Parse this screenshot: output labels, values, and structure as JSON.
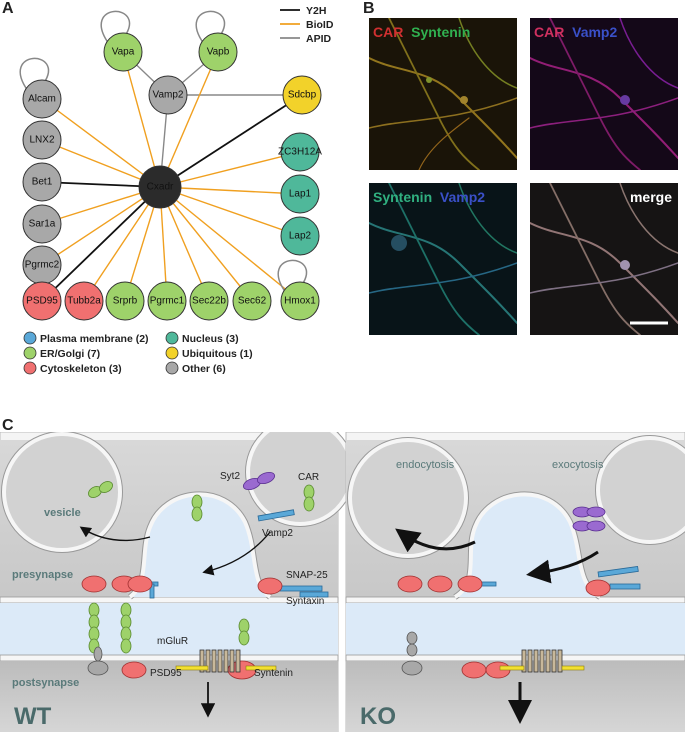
{
  "panels": {
    "a": "A",
    "b": "B",
    "c": "C"
  },
  "network": {
    "legend_lines": [
      {
        "label": "Y2H",
        "color": "#111111"
      },
      {
        "label": "BioID",
        "color": "#f0a020"
      },
      {
        "label": "APID",
        "color": "#888888"
      }
    ],
    "center": "Cxadr",
    "nodes": [
      {
        "id": "Vapa",
        "cat": "er"
      },
      {
        "id": "Vapb",
        "cat": "er"
      },
      {
        "id": "Vamp2",
        "cat": "other"
      },
      {
        "id": "Sdcbp",
        "cat": "ubiq"
      },
      {
        "id": "Alcam",
        "cat": "other"
      },
      {
        "id": "LNX2",
        "cat": "other"
      },
      {
        "id": "ZC3H12A",
        "cat": "nucleus"
      },
      {
        "id": "Bet1",
        "cat": "other"
      },
      {
        "id": "Lap1",
        "cat": "nucleus"
      },
      {
        "id": "Sar1a",
        "cat": "other"
      },
      {
        "id": "Lap2",
        "cat": "nucleus"
      },
      {
        "id": "Pgrmc2",
        "cat": "other"
      },
      {
        "id": "PSD95",
        "cat": "cyto"
      },
      {
        "id": "Tubb2a",
        "cat": "cyto"
      },
      {
        "id": "Srprb",
        "cat": "er"
      },
      {
        "id": "Pgrmc1",
        "cat": "er"
      },
      {
        "id": "Sec22b",
        "cat": "er"
      },
      {
        "id": "Sec62",
        "cat": "er"
      },
      {
        "id": "Hmox1",
        "cat": "er"
      }
    ],
    "categories": [
      {
        "key": "pm",
        "label": "Plasma membrane (2)",
        "color": "#5aa8d8"
      },
      {
        "key": "nucleus",
        "label": "Nucleus (3)",
        "color": "#4fb89a"
      },
      {
        "key": "er",
        "label": "ER/Golgi (7)",
        "color": "#9ed26a"
      },
      {
        "key": "ubiq",
        "label": "Ubiquitous (1)",
        "color": "#f2d22a"
      },
      {
        "key": "cyto",
        "label": "Cytoskeleton (3)",
        "color": "#f07070"
      },
      {
        "key": "other",
        "label": "Other (6)",
        "color": "#a8a8a8"
      }
    ]
  },
  "micrographs": [
    {
      "labels": [
        {
          "text": "CAR",
          "color": "#d03030"
        },
        {
          "text": "Syntenin",
          "color": "#30b050"
        }
      ]
    },
    {
      "labels": [
        {
          "text": "CAR",
          "color": "#d03060"
        },
        {
          "text": "Vamp2",
          "color": "#3a50c8"
        }
      ]
    },
    {
      "labels": [
        {
          "text": "Syntenin",
          "color": "#30b080"
        },
        {
          "text": "Vamp2",
          "color": "#3a50c8"
        }
      ]
    },
    {
      "labels": [
        {
          "text": "merge",
          "color": "#ffffff"
        }
      ]
    }
  ],
  "synapse": {
    "wt": {
      "vesicle": "vesicle",
      "syt2": "Syt2",
      "car": "CAR",
      "vamp2": "Vamp2",
      "presynapse": "presynapse",
      "snap25": "SNAP-25",
      "syntaxin": "Syntaxin",
      "mglur": "mGluR",
      "psd95": "PSD95",
      "syntenin": "Syntenin",
      "postsynapse": "postsynapse",
      "tag": "WT"
    },
    "ko": {
      "endocytosis": "endocytosis",
      "exocytosis": "exocytosis",
      "tag": "KO"
    }
  }
}
